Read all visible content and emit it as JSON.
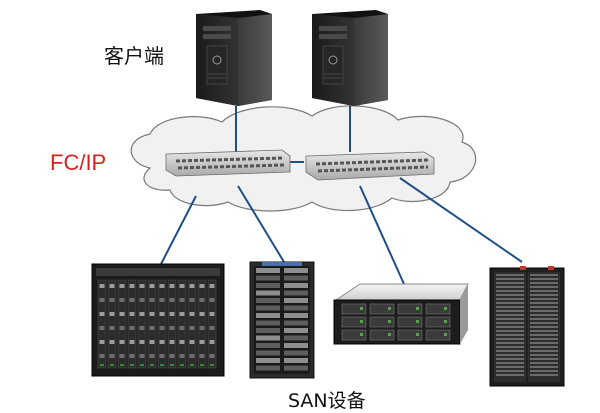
{
  "labels": {
    "client": "客户端",
    "network": "FC/IP",
    "san": "SAN设备"
  },
  "nodes": {
    "servers": [
      {
        "name": "tower-server-1",
        "icon": "tower-server-icon"
      },
      {
        "name": "tower-server-2",
        "icon": "tower-server-icon"
      }
    ],
    "switches": [
      {
        "name": "switch-1",
        "icon": "network-switch-icon"
      },
      {
        "name": "switch-2",
        "icon": "network-switch-icon"
      }
    ],
    "san_devices": [
      {
        "name": "blade-chassis",
        "icon": "blade-chassis-icon"
      },
      {
        "name": "storage-rack-small",
        "icon": "storage-rack-icon"
      },
      {
        "name": "rack-storage-server",
        "icon": "rack-server-icon"
      },
      {
        "name": "storage-rack-tall",
        "icon": "storage-rack-icon"
      }
    ]
  },
  "colors": {
    "link": "#1f4f86",
    "cloud_fill": "#f1f1f1",
    "cloud_stroke": "#7a7a7a",
    "network_label": "#d4231f"
  }
}
